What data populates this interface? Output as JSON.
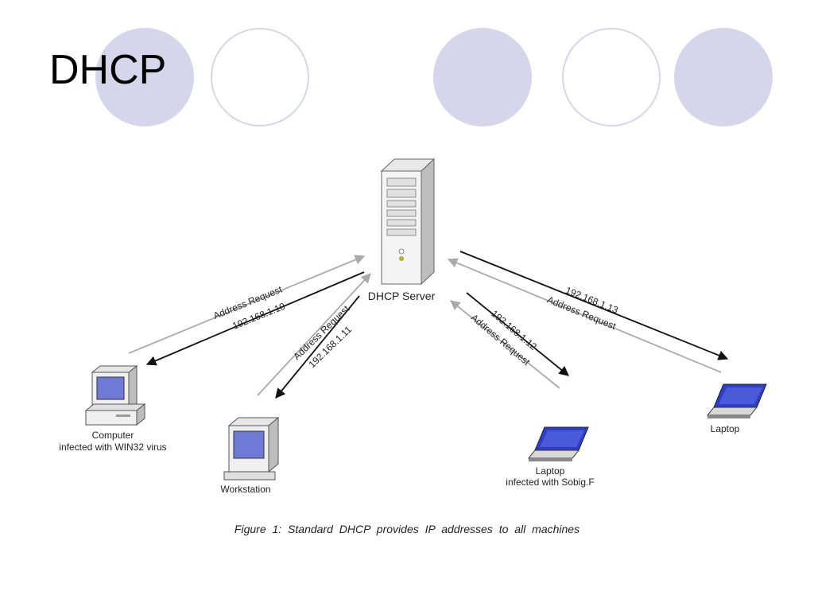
{
  "title": "DHCP",
  "server": {
    "label": "DHCP Server"
  },
  "clients": [
    {
      "id": "computer",
      "label_line1": "Computer",
      "label_line2": "infected with WIN32 virus",
      "request_label": "Address Request",
      "ip": "192.168.1.10"
    },
    {
      "id": "workstation",
      "label_line1": "Workstation",
      "request_label": "Address Request",
      "ip": "192.168.1.11"
    },
    {
      "id": "laptop-sobig",
      "label_line1": "Laptop",
      "label_line2": "infected with Sobig.F",
      "request_label": "Address Request",
      "ip": "192.168.1.12"
    },
    {
      "id": "laptop",
      "label_line1": "Laptop",
      "request_label": "Address Request",
      "ip": "192.168.1.13"
    }
  ],
  "caption": "Figure 1: Standard DHCP provides IP addresses to all machines",
  "colors": {
    "decoration": "#d5d6ec",
    "request_arrow": "#aaaaaa",
    "reply_arrow": "#111111"
  }
}
